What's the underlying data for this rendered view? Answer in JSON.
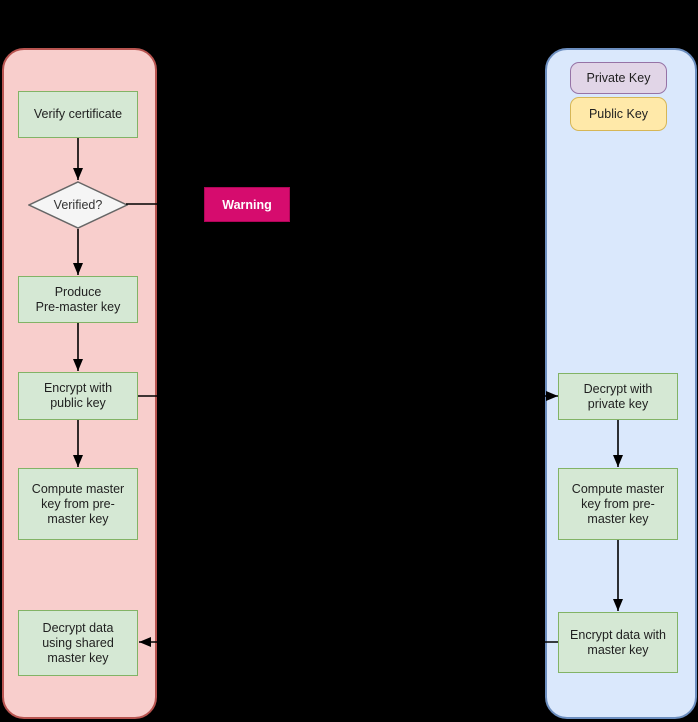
{
  "diagram": {
    "background": "#000000",
    "edge_color": "#000000",
    "client_flow": {
      "fill": "#f8cecc",
      "stroke": "#b85450",
      "nodes": {
        "verify_certificate": "Verify certificate",
        "verified_decision": "Verified?",
        "produce_premaster": "Produce\nPre-master key",
        "encrypt_public": "Encrypt with\npublic key",
        "compute_master": "Compute master\nkey from pre-\nmaster key",
        "decrypt_data": "Decrypt data\nusing shared\nmaster key"
      }
    },
    "server_flow": {
      "fill": "#dae8fc",
      "stroke": "#6c8ebf",
      "nodes": {
        "decrypt_private": "Decrypt with\nprivate key",
        "compute_master": "Compute master\nkey from pre-\nmaster key",
        "encrypt_data": "Encrypt data with\nmaster key"
      }
    },
    "legend": {
      "private_key": {
        "label": "Private Key",
        "fill": "#e1d5e7",
        "stroke": "#9673a6"
      },
      "public_key": {
        "label": "Public Key",
        "fill": "#ffe9a9",
        "stroke": "#d6b656"
      }
    },
    "warning": {
      "label": "Warning",
      "fill": "#d60c6e",
      "stroke": "#b00558",
      "text_color": "#ffffff"
    },
    "process_style": {
      "fill": "#d5e8d4",
      "stroke": "#82b366"
    },
    "decision_style": {
      "fill": "#f5f5f5",
      "stroke": "#666666"
    }
  }
}
